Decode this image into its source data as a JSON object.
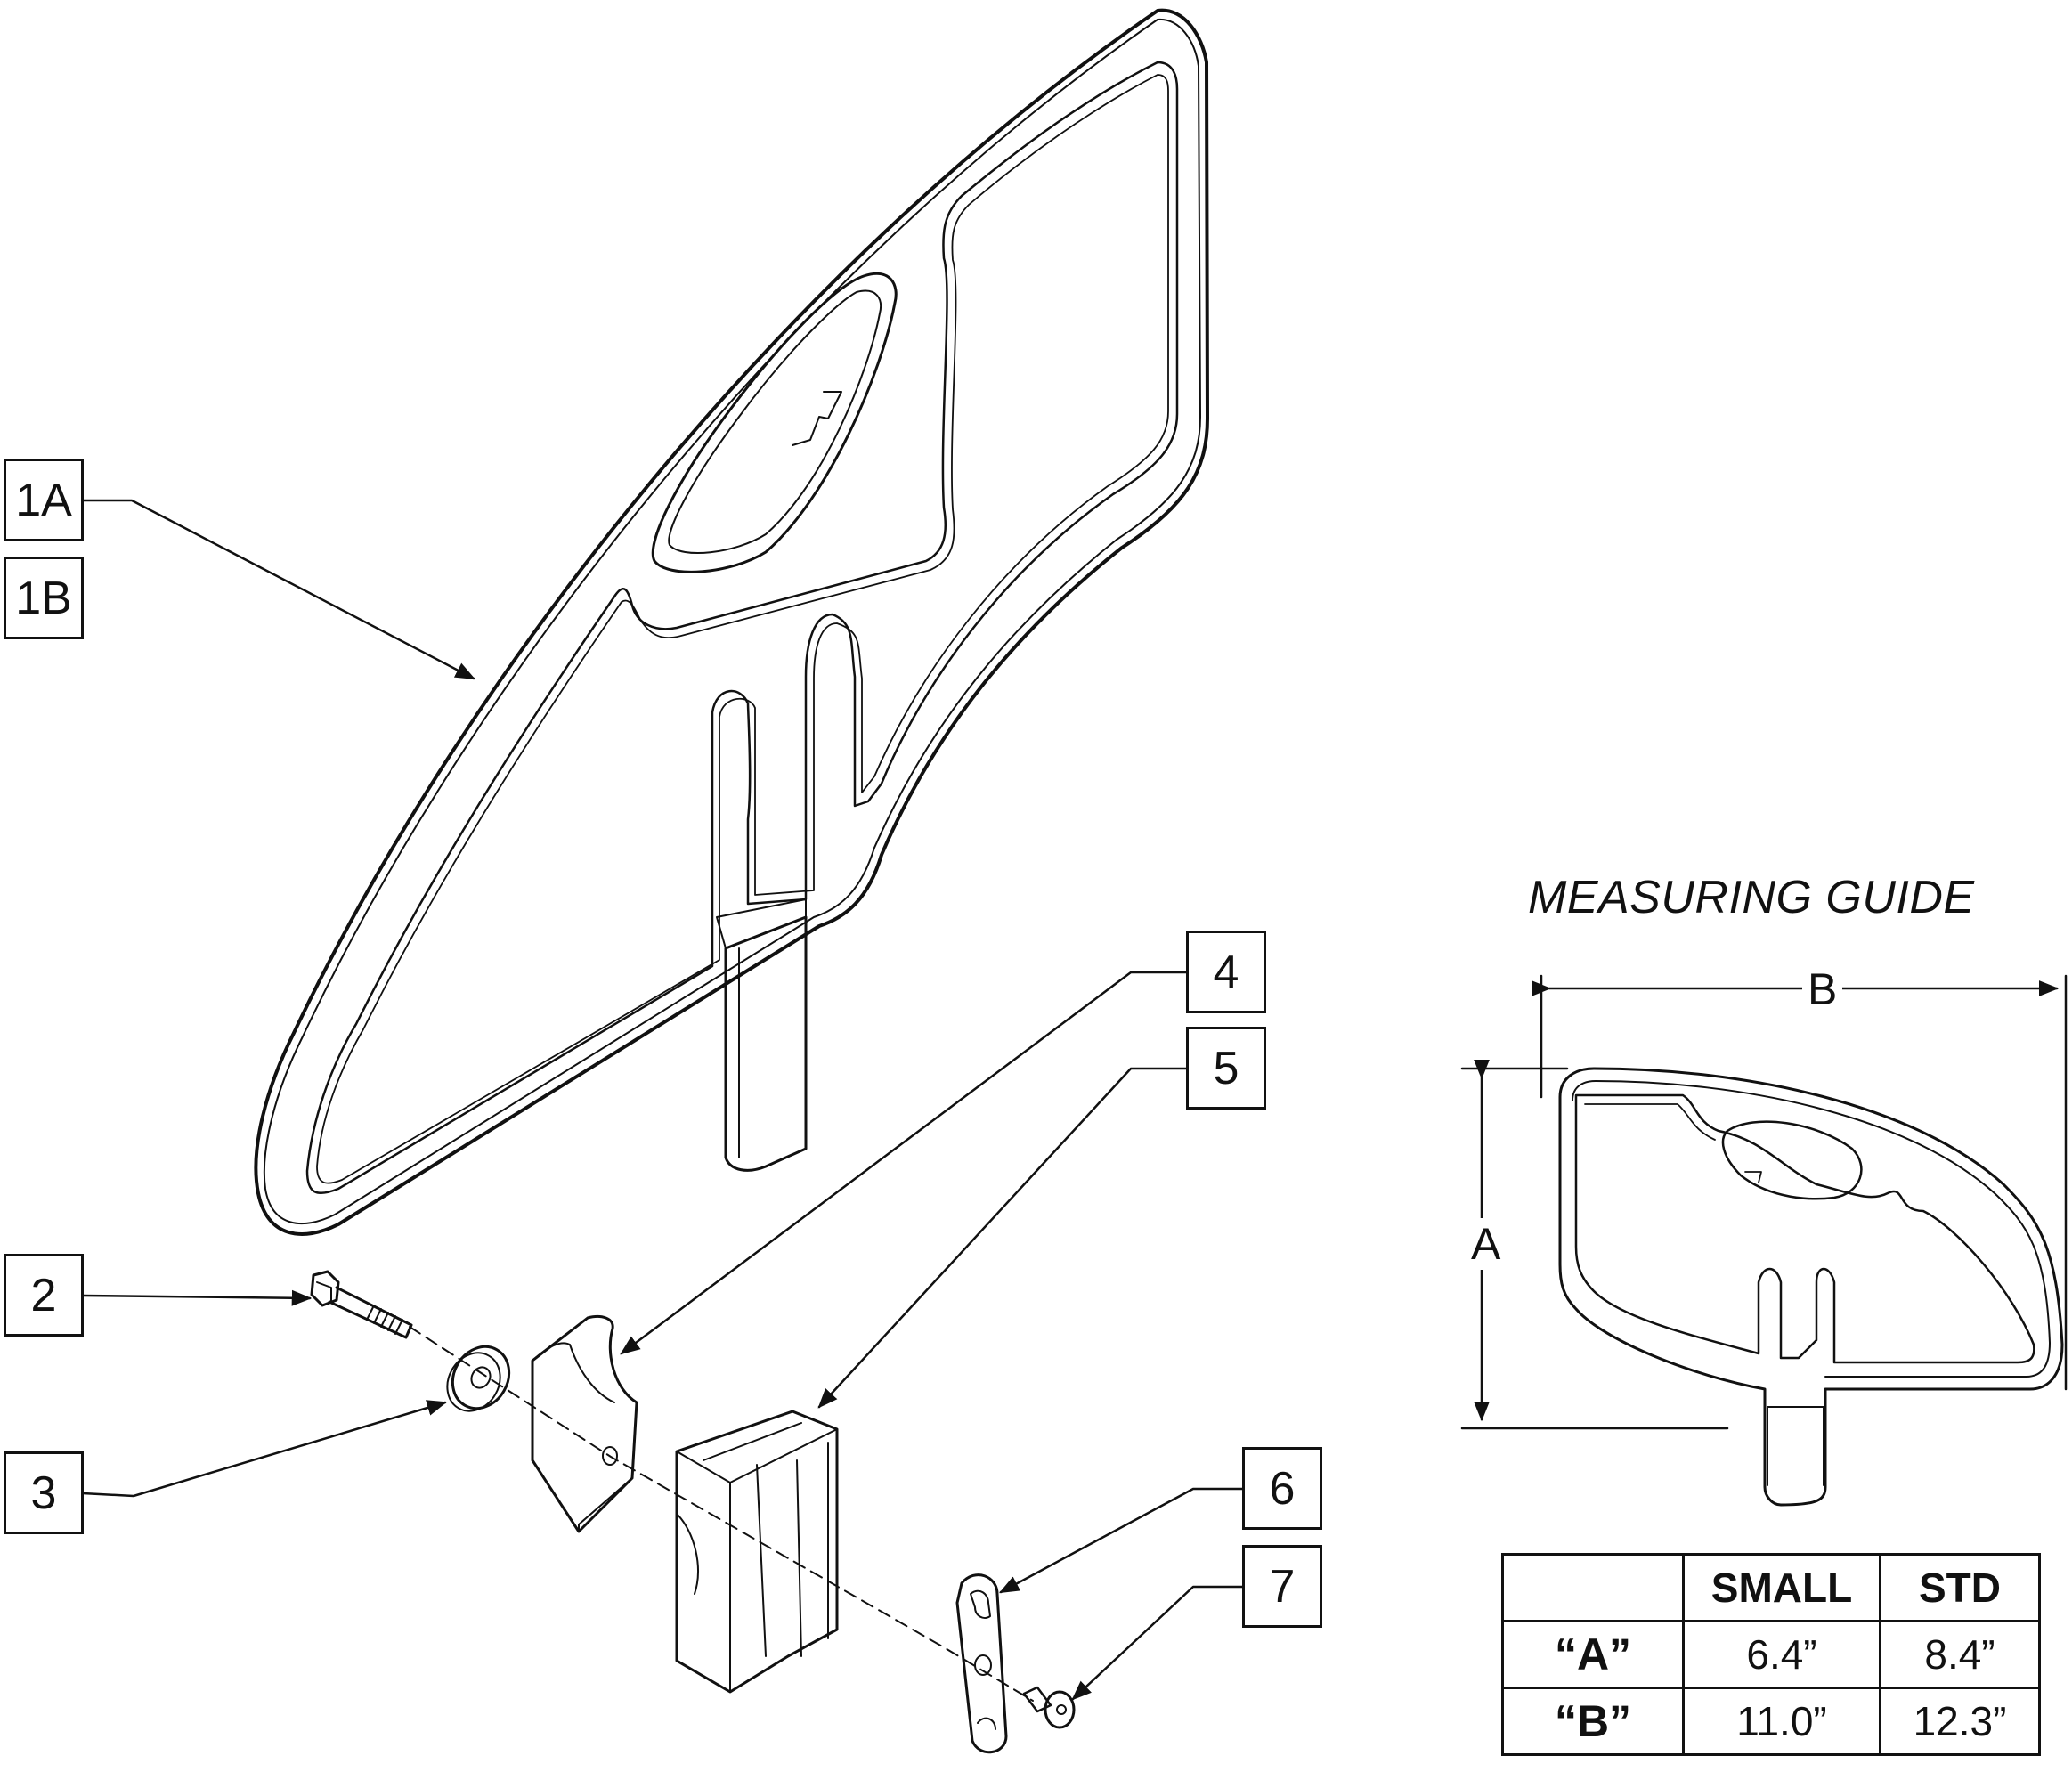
{
  "callouts": {
    "c1a": "1A",
    "c1b": "1B",
    "c2": "2",
    "c3": "3",
    "c4": "4",
    "c5": "5",
    "c6": "6",
    "c7": "7"
  },
  "measuring_guide": {
    "title": "MEASURING GUIDE",
    "dim_a": "A",
    "dim_b": "B"
  },
  "table": {
    "headers": [
      "",
      "SMALL",
      "STD"
    ],
    "rows": [
      {
        "label": "“A”",
        "small": "6.4”",
        "std": "8.4”"
      },
      {
        "label": "“B”",
        "small": "11.0”",
        "std": "12.3”"
      }
    ]
  },
  "colors": {
    "line": "#111111",
    "background": "#ffffff"
  }
}
